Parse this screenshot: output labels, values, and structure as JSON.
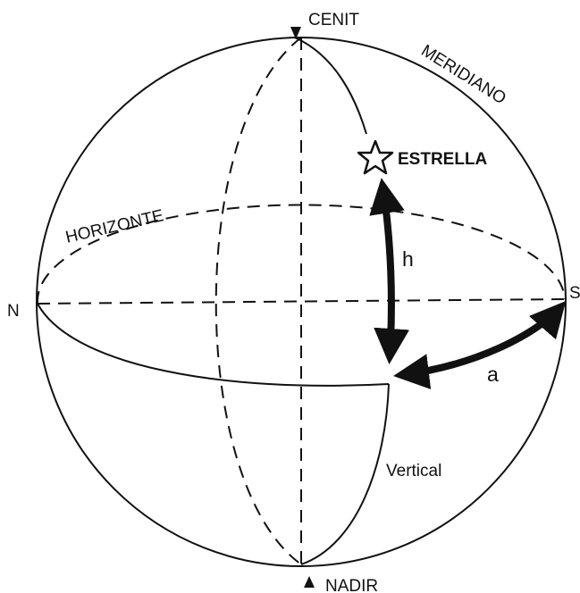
{
  "labels": {
    "cenit": "CENIT",
    "meridiano": "MERIDIANO",
    "estrella": "ESTRELLA",
    "horizonte": "HORIZONTE",
    "h": "h",
    "n": "N",
    "s": "S",
    "a": "a",
    "vertical": "Vertical",
    "nadir": "NADIR"
  },
  "colors": {
    "ink": "#111111",
    "background": "#ffffff"
  }
}
